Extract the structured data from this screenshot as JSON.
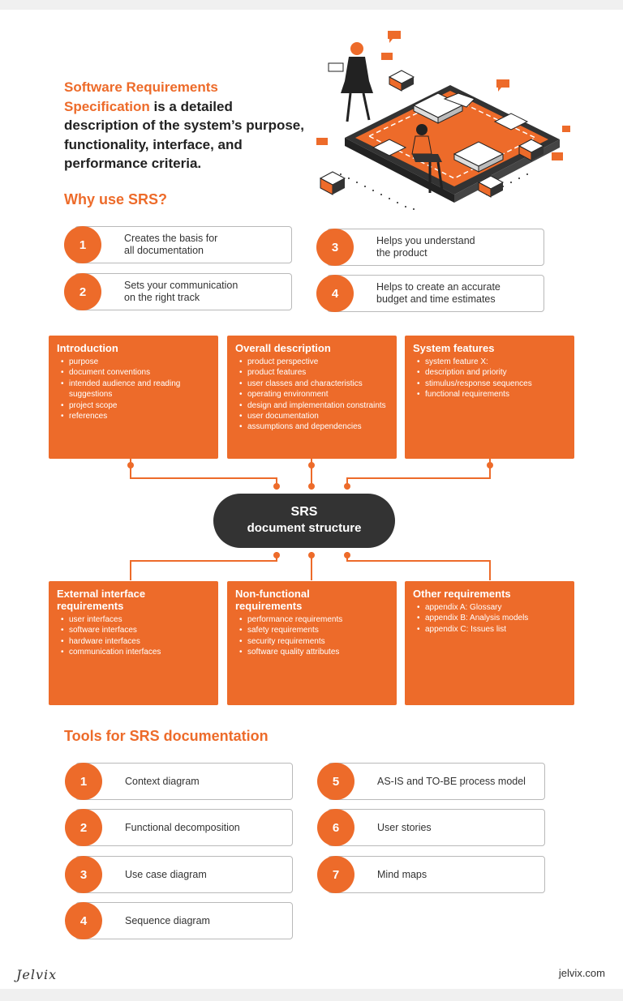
{
  "intro": {
    "highlight": "Software Requirements Specification",
    "rest": " is a detailed description of the system’s purpose, functionality, interface, and performance criteria."
  },
  "why_title": "Why use SRS?",
  "why_items": [
    {
      "num": "1",
      "text": "Creates the basis for\nall documentation"
    },
    {
      "num": "2",
      "text": "Sets your communication\non the right track"
    },
    {
      "num": "3",
      "text": "Helps you understand\nthe product"
    },
    {
      "num": "4",
      "text": "Helps to create an accurate\nbudget and time estimates"
    }
  ],
  "sections": [
    {
      "title": "Introduction",
      "items": [
        "purpose",
        "document conventions",
        "intended audience and reading suggestions",
        "project scope",
        "references"
      ]
    },
    {
      "title": "Overall description",
      "items": [
        "product perspective",
        "product features",
        "user classes and characteristics",
        "operating environment",
        "design and implementation constraints",
        "user documentation",
        "assumptions and dependencies"
      ]
    },
    {
      "title": "System features",
      "items": [
        "system feature X:",
        "description and priority",
        "stimulus/response sequences",
        "functional requirements"
      ]
    },
    {
      "title": "External interface requirements",
      "items": [
        "user interfaces",
        "software interfaces",
        "hardware interfaces",
        "communication interfaces"
      ]
    },
    {
      "title": "Non-functional requirements",
      "items": [
        "performance requirements",
        "safety requirements",
        "security requirements",
        "software quality attributes"
      ]
    },
    {
      "title": "Other requirements",
      "items": [
        "appendix A: Glossary",
        "appendix B: Analysis models",
        "appendix C: Issues list"
      ]
    }
  ],
  "center": {
    "line1": "SRS",
    "line2": "document structure"
  },
  "tools_title": "Tools for SRS documentation",
  "tools": [
    {
      "num": "1",
      "text": "Context diagram"
    },
    {
      "num": "2",
      "text": "Functional decomposition"
    },
    {
      "num": "3",
      "text": "Use case diagram"
    },
    {
      "num": "4",
      "text": "Sequence diagram"
    },
    {
      "num": "5",
      "text": "AS-IS and TO-BE process model"
    },
    {
      "num": "6",
      "text": "User stories"
    },
    {
      "num": "7",
      "text": "Mind maps"
    }
  ],
  "footer": {
    "brand": "Jelvix",
    "url": "jelvix.com"
  },
  "colors": {
    "accent": "#ed6b2a",
    "dark": "#333333",
    "border": "#b9b9b9"
  },
  "illustration": "isometric-smartphone-with-people-icon"
}
